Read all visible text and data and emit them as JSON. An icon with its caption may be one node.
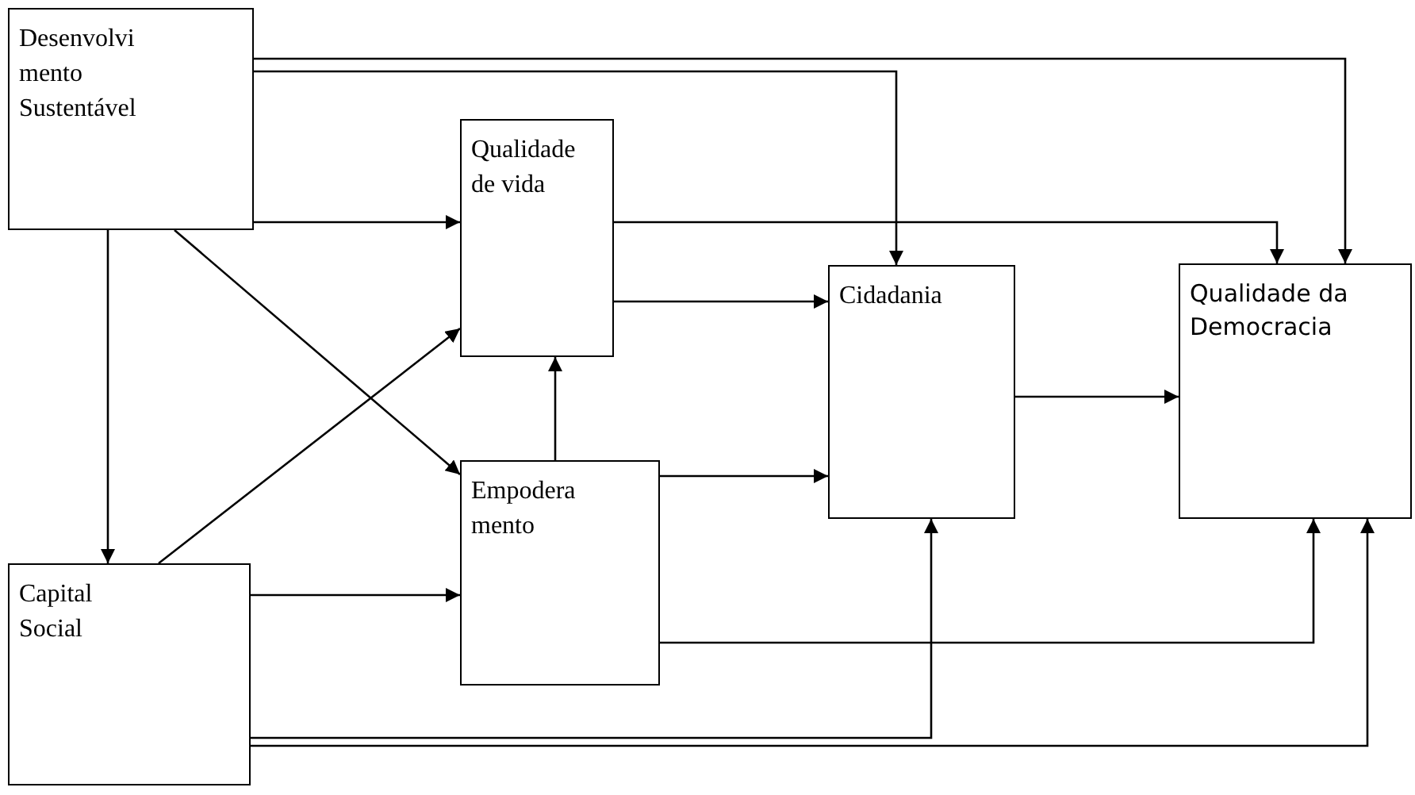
{
  "diagram": {
    "nodes": [
      {
        "text": [
          "Desenvolvi mento Sustentável"
        ]
      },
      {
        "text": [
          "Qualidade de vida"
        ]
      },
      {
        "text": [
          "Empodera mento"
        ]
      },
      {
        "text": [
          "Cidadania"
        ]
      },
      {
        "text": [
          "Qualidade da Democracia"
        ]
      },
      {
        "text": [
          "Capital Social"
        ]
      }
    ],
    "edges": [
      {
        "from": 0,
        "to": 1,
        "arrow": "to"
      },
      {
        "from": 0,
        "to": 3,
        "arrow": "to"
      },
      {
        "from": 0,
        "to": 4,
        "arrow": "to"
      },
      {
        "from": 0,
        "to": 2,
        "arrow": "to"
      },
      {
        "from": 5,
        "to": 1,
        "arrow": "to"
      },
      {
        "from": 0,
        "to": 5,
        "arrow": "to"
      },
      {
        "from": 5,
        "to": 2,
        "arrow": "to"
      },
      {
        "from": 2,
        "to": 1,
        "arrow": "to"
      },
      {
        "from": 1,
        "to": 3,
        "arrow": "to"
      },
      {
        "from": 1,
        "to": 4,
        "arrow": "to"
      },
      {
        "from": 2,
        "to": 3,
        "arrow": "to"
      },
      {
        "from": 3,
        "to": 4,
        "arrow": "to"
      },
      {
        "from": 2,
        "to": 4,
        "arrow": "to"
      },
      {
        "from": 5,
        "to": 3,
        "arrow": "to"
      },
      {
        "from": 5,
        "to": 4,
        "arrow": "to"
      }
    ]
  }
}
